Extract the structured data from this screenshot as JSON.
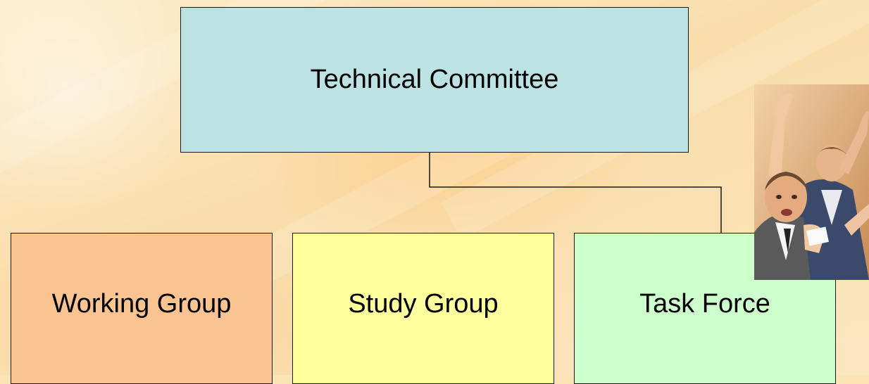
{
  "diagram": {
    "root": {
      "label": "Technical Committee",
      "color": "#bde2e4"
    },
    "children": [
      {
        "id": "working-group",
        "label": "Working Group",
        "color": "#f9c392"
      },
      {
        "id": "study-group",
        "label": "Study Group",
        "color": "#feff9d"
      },
      {
        "id": "task-force",
        "label": "Task Force",
        "color": "#ccffcc"
      }
    ],
    "connection": {
      "from": "Technical Committee",
      "to": "Task Force"
    }
  },
  "photo": {
    "description_icon": "people-raising-hands-photo"
  }
}
